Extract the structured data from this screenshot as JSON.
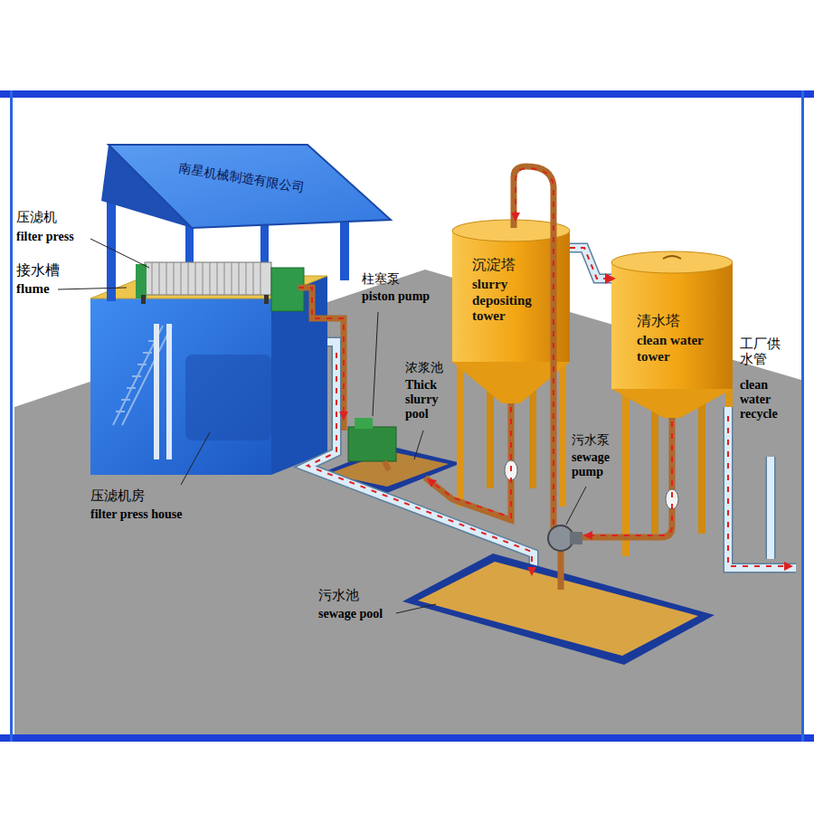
{
  "diagram": {
    "nodes": [
      {
        "text": [
          "南星机械制造有限公司"
        ]
      },
      {
        "text": [
          "沉淀塔",
          "slurry depositing tower"
        ]
      },
      {
        "text": [
          "清水塔",
          "clean water tower"
        ]
      }
    ],
    "edges": [
      {
        "from": 1,
        "to": 2,
        "arrow": "to"
      }
    ],
    "labels": [
      "压滤机",
      "filter press",
      "接水槽",
      "flume",
      "柱塞泵",
      "piston pump",
      "浓浆池",
      "Thick slurry pool",
      "污水泵",
      "sewage pump",
      "工厂供水管",
      "clean water recycle",
      "压滤机房",
      "filter press house",
      "污水池",
      "sewage pool"
    ]
  }
}
